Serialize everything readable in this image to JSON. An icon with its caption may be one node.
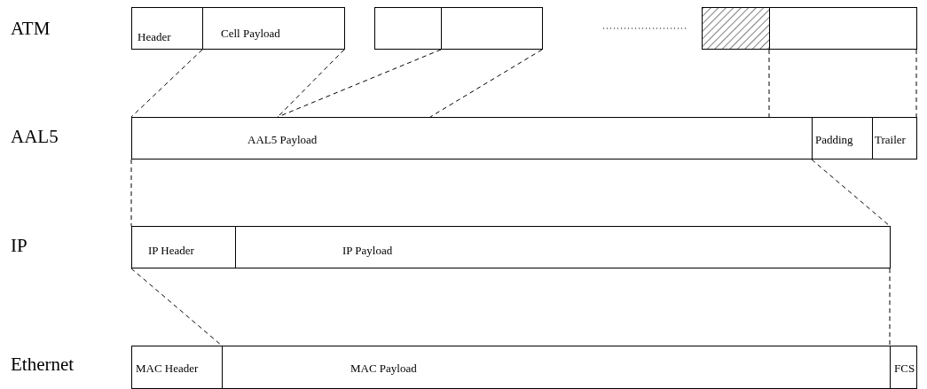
{
  "diagram": {
    "nodes": [
      {
        "text": [
          "Header"
        ]
      },
      {
        "text": [
          "Cell Payload"
        ]
      },
      {
        "text": [],
        "shape": "box"
      },
      {
        "text": [],
        "shape": "box"
      },
      {
        "text": [],
        "shape": "box"
      },
      {
        "text": [],
        "shape": "box"
      },
      {
        "text": [
          "AAL5 Payload"
        ]
      },
      {
        "text": [
          "Padding"
        ]
      },
      {
        "text": [
          "Trailer"
        ]
      },
      {
        "text": [
          "IP Header"
        ]
      },
      {
        "text": [
          "IP Payload"
        ]
      },
      {
        "text": [
          "MAC Header"
        ]
      },
      {
        "text": [
          "MAC Payload"
        ]
      },
      {
        "text": [
          "FCS"
        ]
      }
    ],
    "edges": [
      {
        "from": 1,
        "to": 6,
        "arrow": "none",
        "style": "dashed"
      },
      {
        "from": 1,
        "to": 6,
        "arrow": "none",
        "style": "dashed"
      },
      {
        "from": 3,
        "to": 6,
        "arrow": "none",
        "style": "dashed"
      },
      {
        "from": 3,
        "to": 6,
        "arrow": "none",
        "style": "dashed"
      },
      {
        "from": 5,
        "to": 6,
        "arrow": "none",
        "style": "dashed"
      },
      {
        "from": 5,
        "to": 8,
        "arrow": "none",
        "style": "dashed"
      },
      {
        "from": 6,
        "to": 9,
        "arrow": "none",
        "style": "dashed"
      },
      {
        "from": 7,
        "to": 10,
        "arrow": "none",
        "style": "dashed"
      },
      {
        "from": 9,
        "to": 11,
        "arrow": "none",
        "style": "dashed"
      },
      {
        "from": 10,
        "to": 13,
        "arrow": "none",
        "style": "dashed"
      }
    ],
    "labels": [
      "ATM",
      "AAL5",
      "IP",
      "Ethernet"
    ]
  }
}
